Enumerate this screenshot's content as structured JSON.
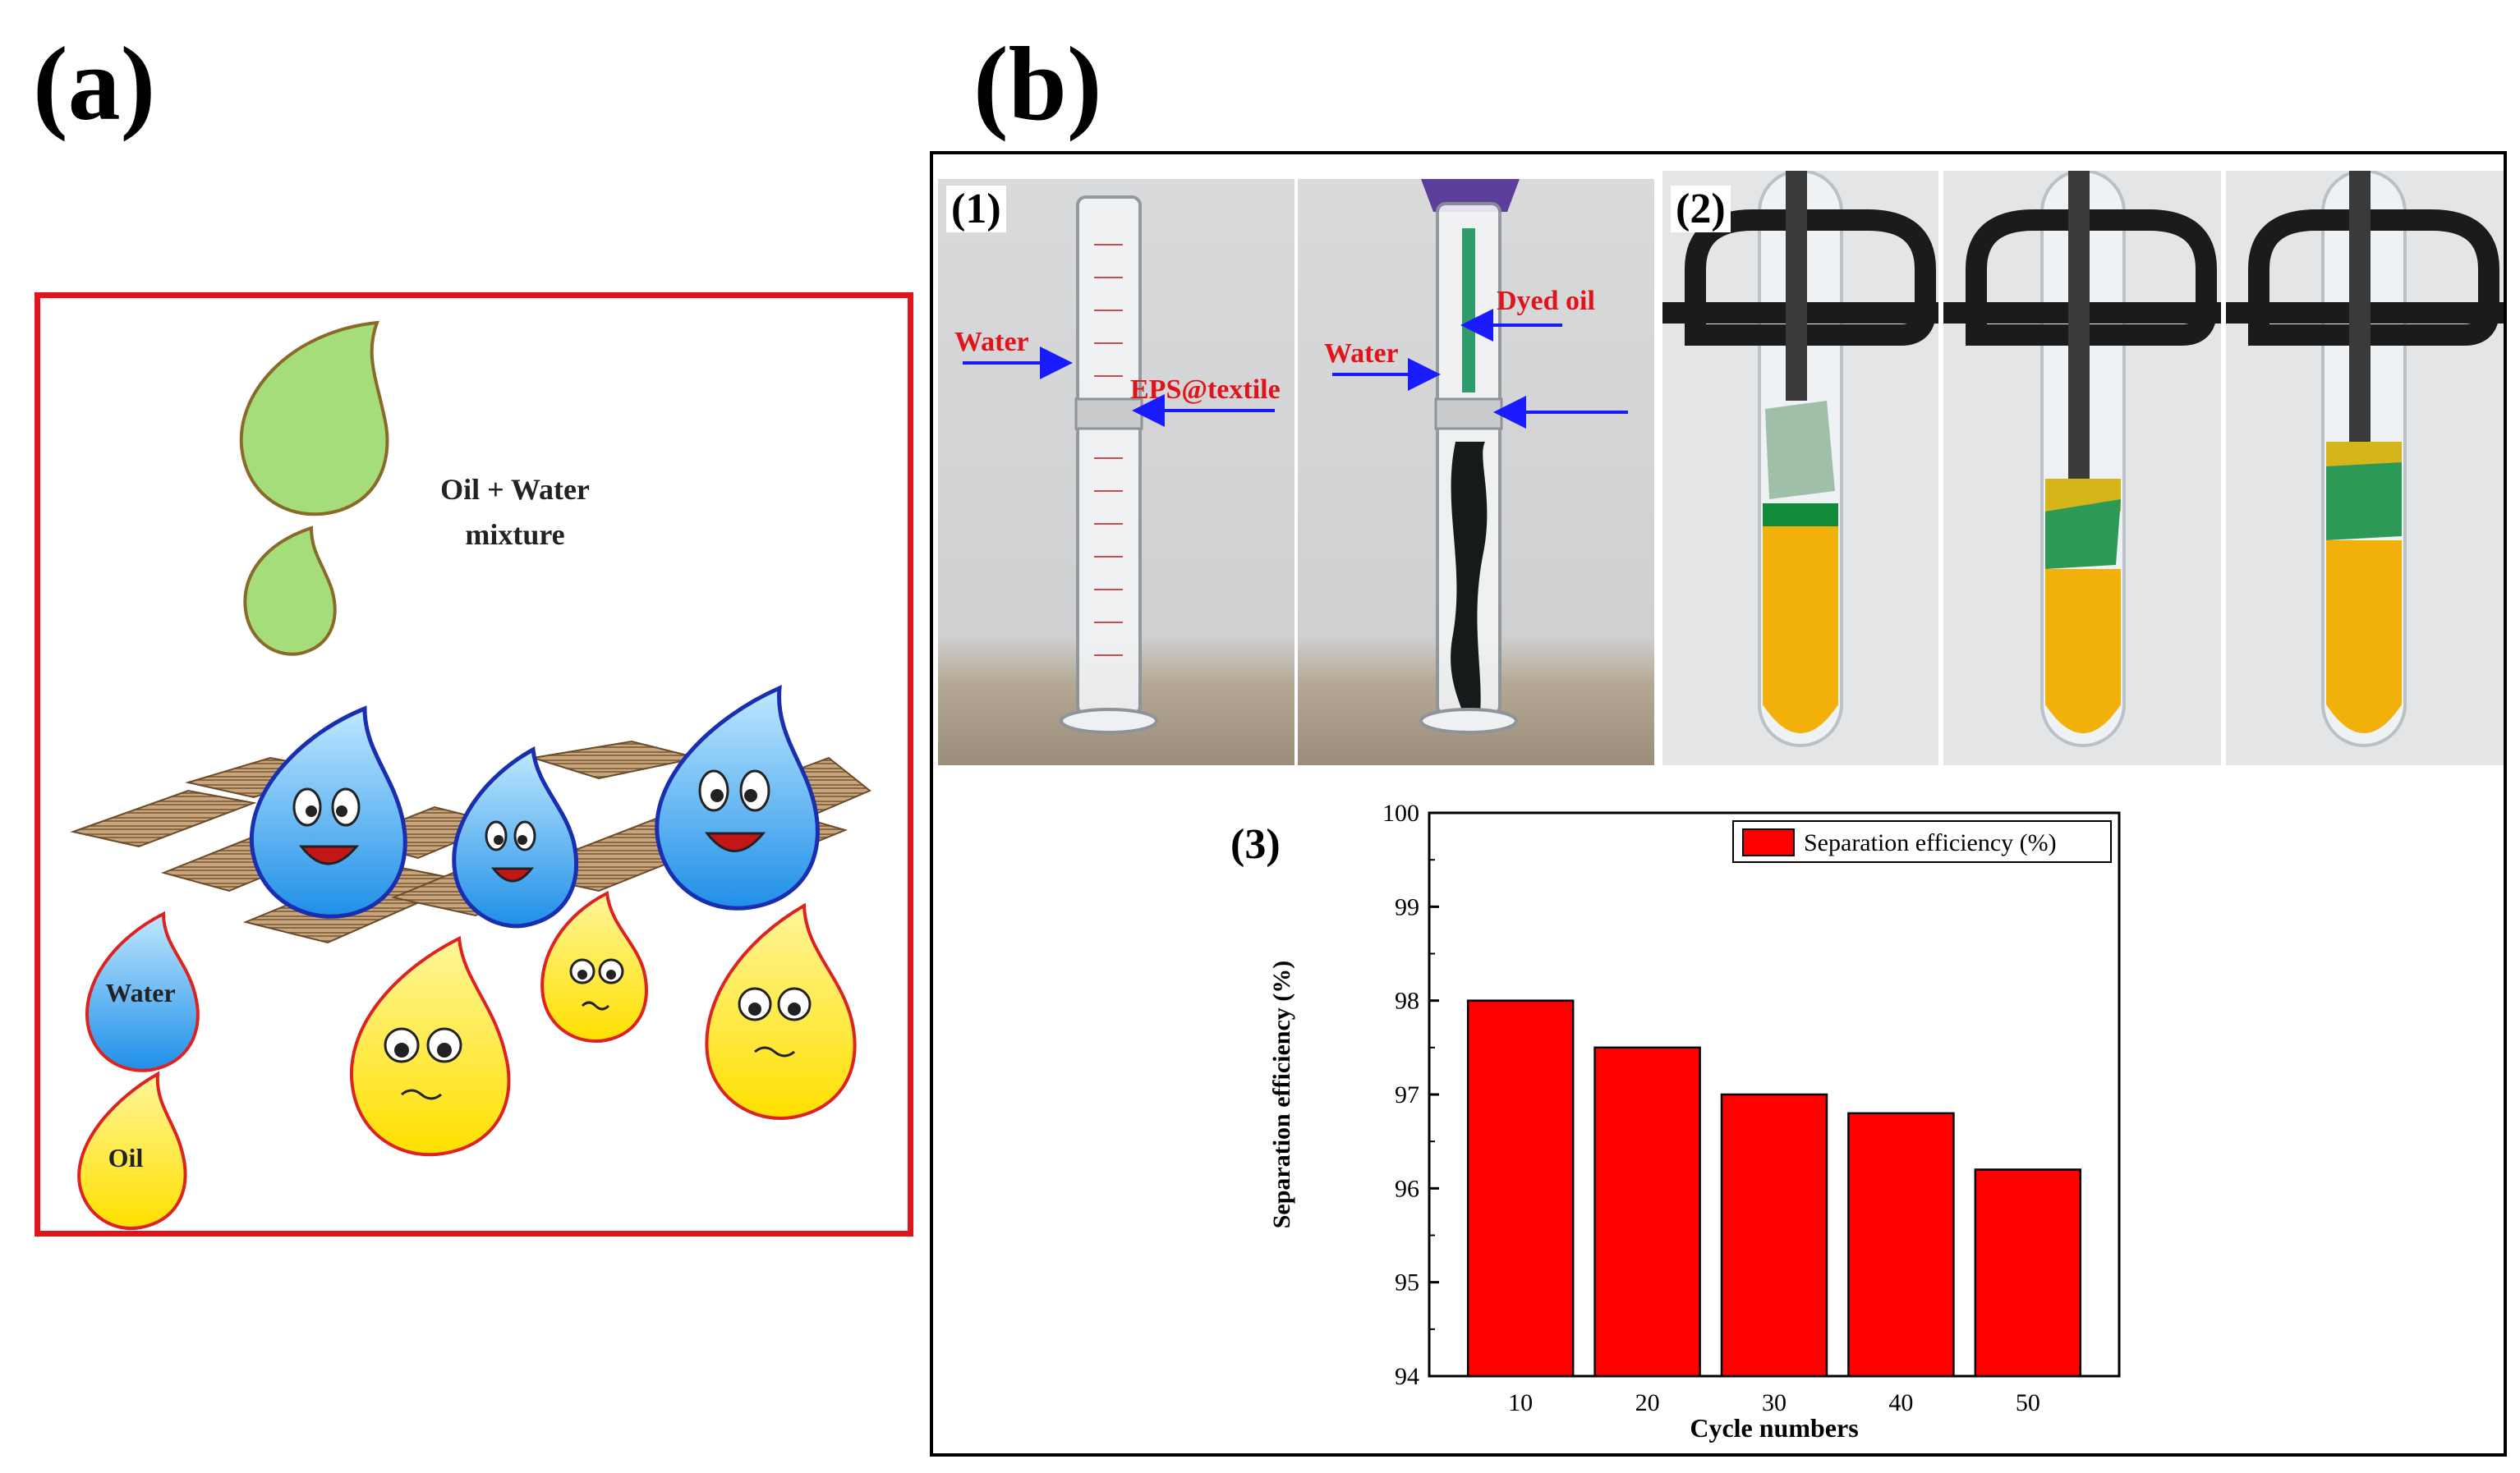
{
  "panel_a": {
    "label": "(a)",
    "mixture_label_line1": "Oil + Water",
    "mixture_label_line2": "mixture",
    "legend_water": "Water",
    "legend_oil": "Oil"
  },
  "panel_b": {
    "label": "(b)",
    "sub1": {
      "label": "(1)",
      "ann_water_left": "Water",
      "ann_eps_textile": "EPS@textile",
      "ann_water_right": "Water",
      "ann_dyed_oil": "Dyed oil"
    },
    "sub2": {
      "label": "(2)"
    },
    "sub3": {
      "label": "(3)"
    }
  },
  "colors": {
    "bar": "#ff0000",
    "frame_red": "#e0141a",
    "annotation_red": "#e0141a",
    "arrow_blue": "#1a1aff",
    "oil_yellow": "#ffe600",
    "water_blue": "#2f9ff2",
    "mixture_green": "#a4dd7a"
  },
  "chart_data": {
    "type": "bar",
    "categories": [
      "10",
      "20",
      "30",
      "40",
      "50"
    ],
    "series": [
      {
        "name": "Separation efficiency (%)",
        "values": [
          98.0,
          97.5,
          97.0,
          96.8,
          96.2
        ]
      }
    ],
    "xlabel": "Cycle numbers",
    "ylabel": "Separation efficiency (%)",
    "ylim": [
      94,
      100
    ],
    "yticks": [
      "94",
      "95",
      "96",
      "97",
      "98",
      "99",
      "100"
    ],
    "legend_position": "top-right",
    "grid": false
  }
}
